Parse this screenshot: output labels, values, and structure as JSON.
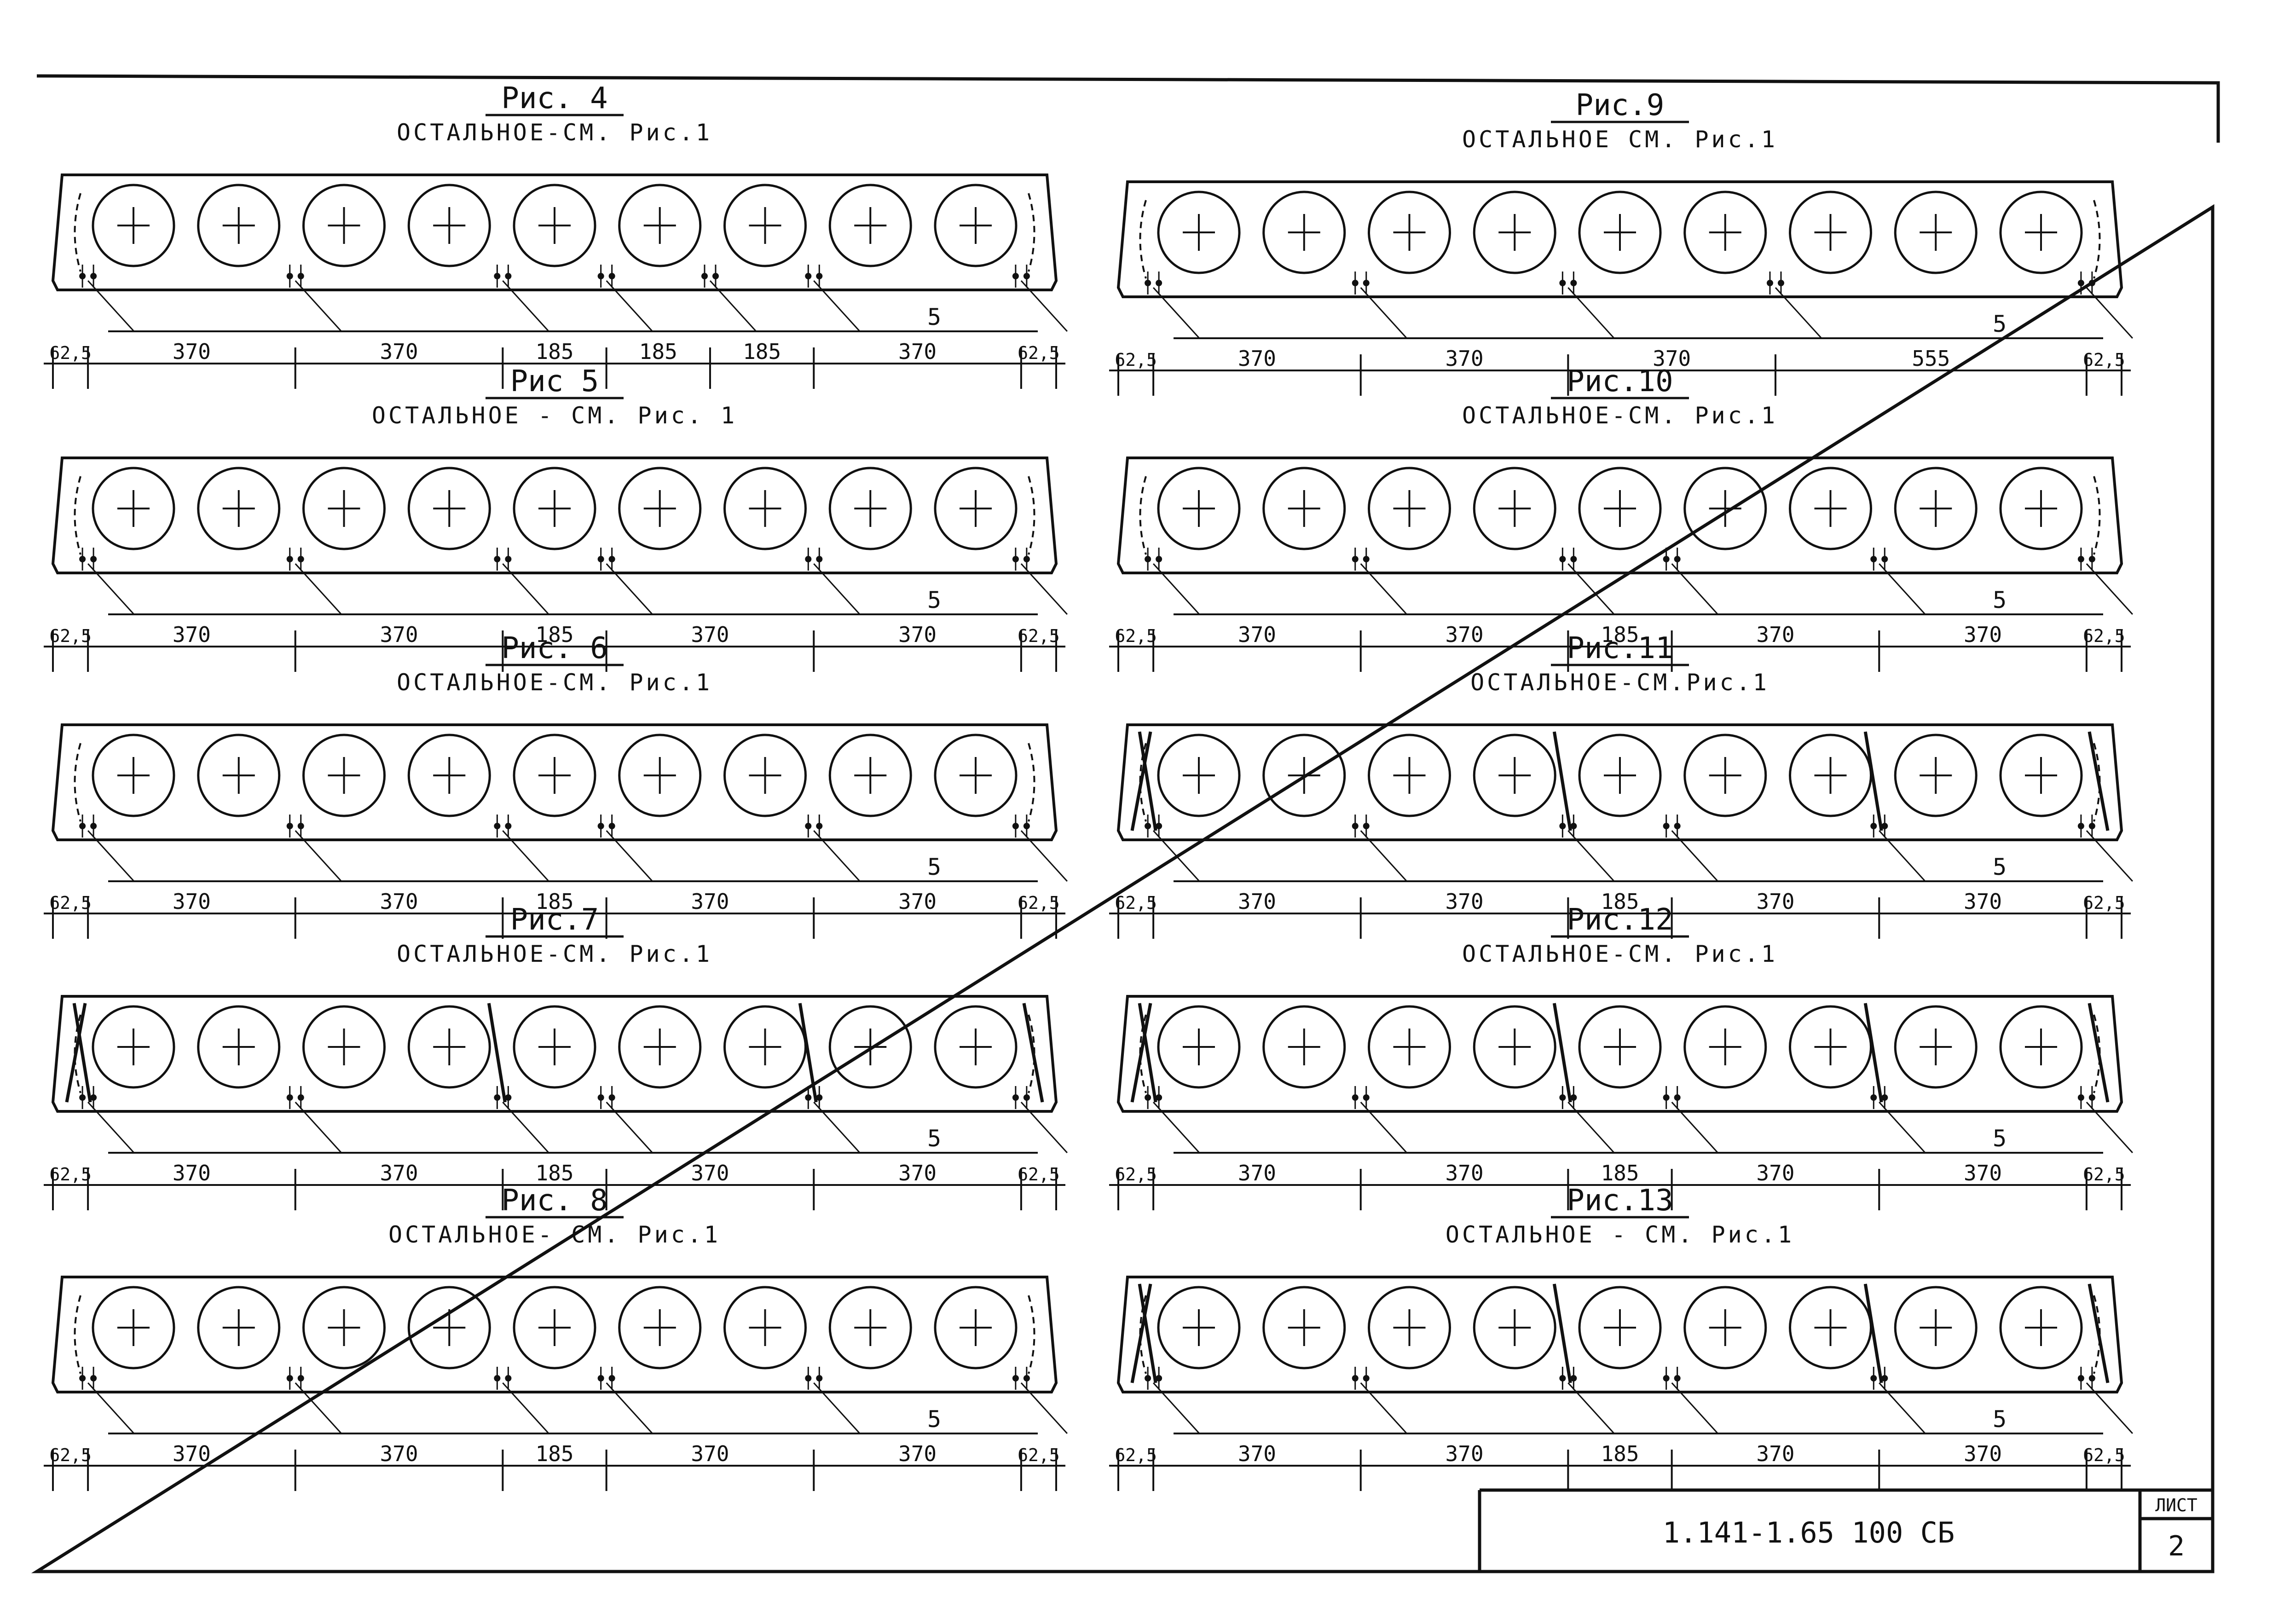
{
  "colors": {
    "ink": "#111111",
    "paper": "#ffffff"
  },
  "figures": [
    {
      "id": "fig4",
      "title": "Рис. 4",
      "note": "ОСТАЛЬНОЕ-СМ. Рис.1",
      "dims": [
        "62,5",
        "370",
        "370",
        "185",
        "185",
        "185",
        "370",
        "62,5"
      ],
      "mark": "5",
      "rods": false
    },
    {
      "id": "fig5",
      "title": "Рис 5",
      "note": "ОСТАЛЬНОЕ - СМ. Рис. 1",
      "dims": [
        "62,5",
        "370",
        "370",
        "185",
        "370",
        "370",
        "62,5"
      ],
      "mark": "5",
      "rods": false
    },
    {
      "id": "fig6",
      "title": "Рис. 6",
      "note": "ОСТАЛЬНОЕ-СМ. Рис.1",
      "dims": [
        "62,5",
        "370",
        "370",
        "185",
        "370",
        "370",
        "62,5"
      ],
      "mark": "5",
      "rods": false
    },
    {
      "id": "fig7",
      "title": "Рис.7",
      "note": "ОСТАЛЬНОЕ-СМ. Рис.1",
      "dims": [
        "62,5",
        "370",
        "370",
        "185",
        "370",
        "370",
        "62,5"
      ],
      "mark": "5",
      "rods": true
    },
    {
      "id": "fig8",
      "title": "Рис. 8",
      "note": "ОСТАЛЬНОЕ- СМ. Рис.1",
      "dims": [
        "62,5",
        "370",
        "370",
        "185",
        "370",
        "370",
        "62,5"
      ],
      "mark": "5",
      "rods": false
    },
    {
      "id": "fig9",
      "title": "Рис.9",
      "note": "ОСТАЛЬНОЕ СМ. Рис.1",
      "dims": [
        "62,5",
        "370",
        "370",
        "370",
        "555",
        "62,5"
      ],
      "mark": "5",
      "rods": false
    },
    {
      "id": "fig10",
      "title": "Рис.10",
      "note": "ОСТАЛЬНОЕ-СМ. Рис.1",
      "dims": [
        "62,5",
        "370",
        "370",
        "185",
        "370",
        "370",
        "62,5"
      ],
      "mark": "5",
      "rods": false
    },
    {
      "id": "fig11",
      "title": "Рис.11",
      "note": "ОСТАЛЬНОЕ-СМ.Рис.1",
      "dims": [
        "62,5",
        "370",
        "370",
        "185",
        "370",
        "370",
        "62,5"
      ],
      "mark": "5",
      "rods": true
    },
    {
      "id": "fig12",
      "title": "Рис.12",
      "note": "ОСТАЛЬНОЕ-СМ. Рис.1",
      "dims": [
        "62,5",
        "370",
        "370",
        "185",
        "370",
        "370",
        "62,5"
      ],
      "mark": "5",
      "rods": true
    },
    {
      "id": "fig13",
      "title": "Рис.13",
      "note": "ОСТАЛЬНОЕ - СМ. Рис.1",
      "dims": [
        "62,5",
        "370",
        "370",
        "185",
        "370",
        "370",
        "62,5"
      ],
      "mark": "5",
      "rods": true
    }
  ],
  "title_block": {
    "designation": "1.141-1.65 100 СБ",
    "sheet_label": "ЛИСТ",
    "sheet_number": "2"
  }
}
